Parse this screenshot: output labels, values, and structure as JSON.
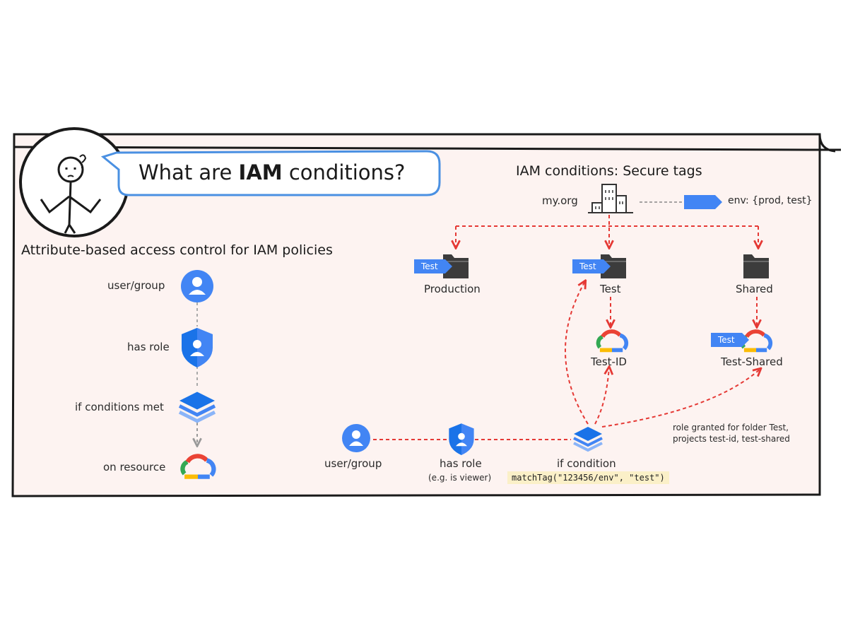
{
  "colors": {
    "blue": "#4285f4",
    "red": "#e53935",
    "panel": "#fdf3f1",
    "folder": "#3c3c3c",
    "highlight": "#fbf0c8"
  },
  "header": {
    "title_pre": "What are ",
    "title_bold": "IAM",
    "title_post": " conditions?"
  },
  "left": {
    "heading": "Attribute-based access control for IAM policies",
    "steps": [
      {
        "label": "user/group",
        "icon": "user-icon"
      },
      {
        "label": "has role",
        "icon": "shield-user-icon"
      },
      {
        "label": "if conditions met",
        "icon": "layers-icon"
      },
      {
        "label": "on resource",
        "icon": "google-cloud-icon"
      }
    ]
  },
  "right": {
    "heading": "IAM conditions: Secure tags",
    "org_label": "my.org",
    "tag_label": "env: {prod, test}",
    "tag_badge": "Test",
    "folders": [
      {
        "label": "Production",
        "tagged": true
      },
      {
        "label": "Test",
        "tagged": true
      },
      {
        "label": "Shared",
        "tagged": false
      }
    ],
    "projects": [
      {
        "label": "Test-ID",
        "tagged": false
      },
      {
        "label": "Test-Shared",
        "tagged": true
      }
    ],
    "note_line1": "role granted for folder Test,",
    "note_line2": "projects test-id, test-shared",
    "bottom": {
      "user": "user/group",
      "role": "has role",
      "role_example": "(e.g. is viewer)",
      "condition": "if condition",
      "expression": "matchTag(\"123456/env\", \"test\")"
    }
  }
}
